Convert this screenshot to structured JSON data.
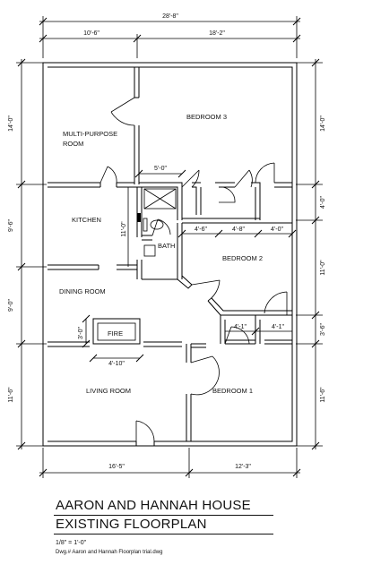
{
  "title_block": {
    "line1": "AARON AND HANNAH HOUSE",
    "line2": "EXISTING FLOORPLAN",
    "scale": "1/8\" = 1'-0\"",
    "drawing": "Dwg.#  Aaron and Hannah Floorplan trial.dwg"
  },
  "dimensions": {
    "top_overall": "28'-8\"",
    "top_left": "10'-6\"",
    "top_right": "18'-2\"",
    "bottom_left": "16'-5\"",
    "bottom_right": "12'-3\"",
    "left_1": "14'-0\"",
    "left_2": "9'-6\"",
    "left_3": "9'-0\"",
    "left_4": "11'-6\"",
    "right_1": "14'-0\"",
    "right_2": "4'-0\"",
    "right_3": "11'-0\"",
    "right_4": "3'-6\"",
    "right_5": "11'-6\"",
    "hall_width": "5'-0\"",
    "kitchen_height": "11'-0\"",
    "closet_a": "4'-6\"",
    "closet_b": "4'-8\"",
    "closet_c": "4'-0\"",
    "closet_d": "4'-1\"",
    "closet_e": "4'-1\"",
    "fire_depth": "3'-0\"",
    "fire_width": "4'-10\""
  },
  "rooms": {
    "multipurpose_1": "MULTI-PURPOSE",
    "multipurpose_2": "ROOM",
    "bedroom3": "BEDROOM 3",
    "kitchen": "KITCHEN",
    "bath": "BATH",
    "bedroom2": "BEDROOM 2",
    "dining": "DINING ROOM",
    "fire": "FIRE",
    "living": "LIVING ROOM",
    "bedroom1": "BEDROOM 1"
  }
}
